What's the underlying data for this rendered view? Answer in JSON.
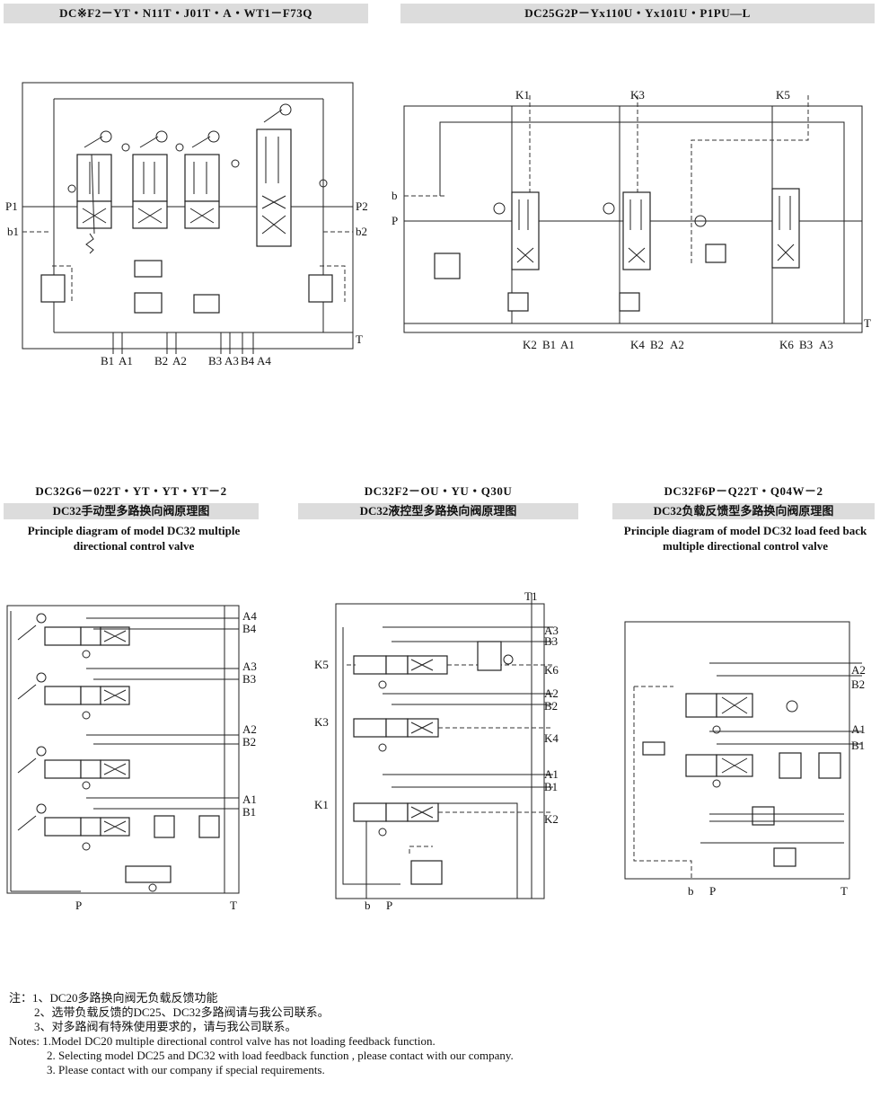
{
  "panels": {
    "dc20": {
      "model": "DC※F2－YT・N11T・J01T・A・WT1－F73Q",
      "labels": {
        "p1": "P1",
        "b1": "b1",
        "p2": "P2",
        "b2": "b2",
        "t": "T",
        "ports": [
          "B1",
          "A1",
          "B2",
          "A2",
          "B3",
          "A3",
          "B4",
          "A4"
        ]
      }
    },
    "dc25": {
      "model": "DC25G2P－Yx110U・Yx101U・P1PU—L",
      "labels": {
        "k1": "K1",
        "k3": "K3",
        "k5": "K5",
        "b": "b",
        "p": "P",
        "t": "T",
        "bottom": [
          "K2",
          "B1",
          "A1",
          "K4",
          "B2",
          "A2",
          "K6",
          "B3",
          "A3"
        ]
      }
    },
    "dc32_manual": {
      "model": "DC32G6－022T・YT・YT・YT－2",
      "caption_cn": "DC32手动型多路换向阀原理图",
      "caption_en": "Principle diagram of model DC32 multiple directional control valve",
      "labels": {
        "ports": [
          "A4",
          "B4",
          "A3",
          "B3",
          "A2",
          "B2",
          "A1",
          "B1"
        ],
        "p": "P",
        "t": "T"
      }
    },
    "dc32_hydraulic": {
      "model": "DC32F2－OU・YU・Q30U",
      "caption_cn": "DC32液控型多路换向阀原理图",
      "labels": {
        "t1": "T1",
        "k5": "K5",
        "k3": "K3",
        "k1": "K1",
        "right": [
          "A3",
          "B3",
          "K6",
          "A2",
          "B2",
          "K4",
          "A1",
          "B1",
          "K2"
        ],
        "b": "b",
        "p": "P"
      }
    },
    "dc32_load": {
      "model": "DC32F6P－Q22T・Q04W－2",
      "caption_cn": "DC32负载反馈型多路换向阀原理图",
      "caption_en": "Principle diagram of model DC32 load feed back multiple directional control valve",
      "labels": {
        "ports": [
          "A2",
          "B2",
          "A1",
          "B1"
        ],
        "b": "b",
        "p": "P",
        "t": "T"
      }
    }
  },
  "notes": [
    "注：1、DC20多路换向阀无负载反馈功能",
    "2、选带负载反馈的DC25、DC32多路阀请与我公司联系。",
    "3、对多路阀有特殊使用要求的，请与我公司联系。",
    "Notes: 1.Model  DC20 multiple directional control valve has  not  loading feedback function.",
    "2. Selecting model DC25 and DC32 with load feedback function , please contact with our company.",
    "3. Please contact with our company if special requirements."
  ]
}
